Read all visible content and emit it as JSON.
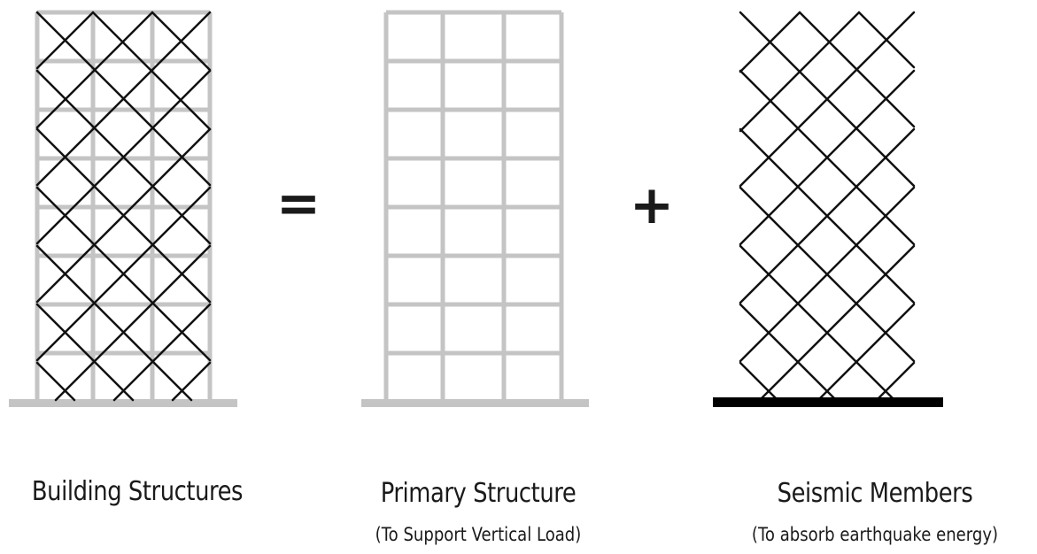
{
  "operators": {
    "equals": "=",
    "plus": "+"
  },
  "panels": {
    "building": {
      "title": "Building Structures"
    },
    "primary": {
      "title": "Primary Structure",
      "subtitle": "(To Support Vertical Load)"
    },
    "seismic": {
      "title": "Seismic Members",
      "subtitle": "(To absorb earthquake energy)"
    }
  },
  "colors": {
    "frame": "#c4c4c4",
    "bracing": "#111111",
    "base_seismic": "#000000",
    "text": "#1a1a1a"
  }
}
